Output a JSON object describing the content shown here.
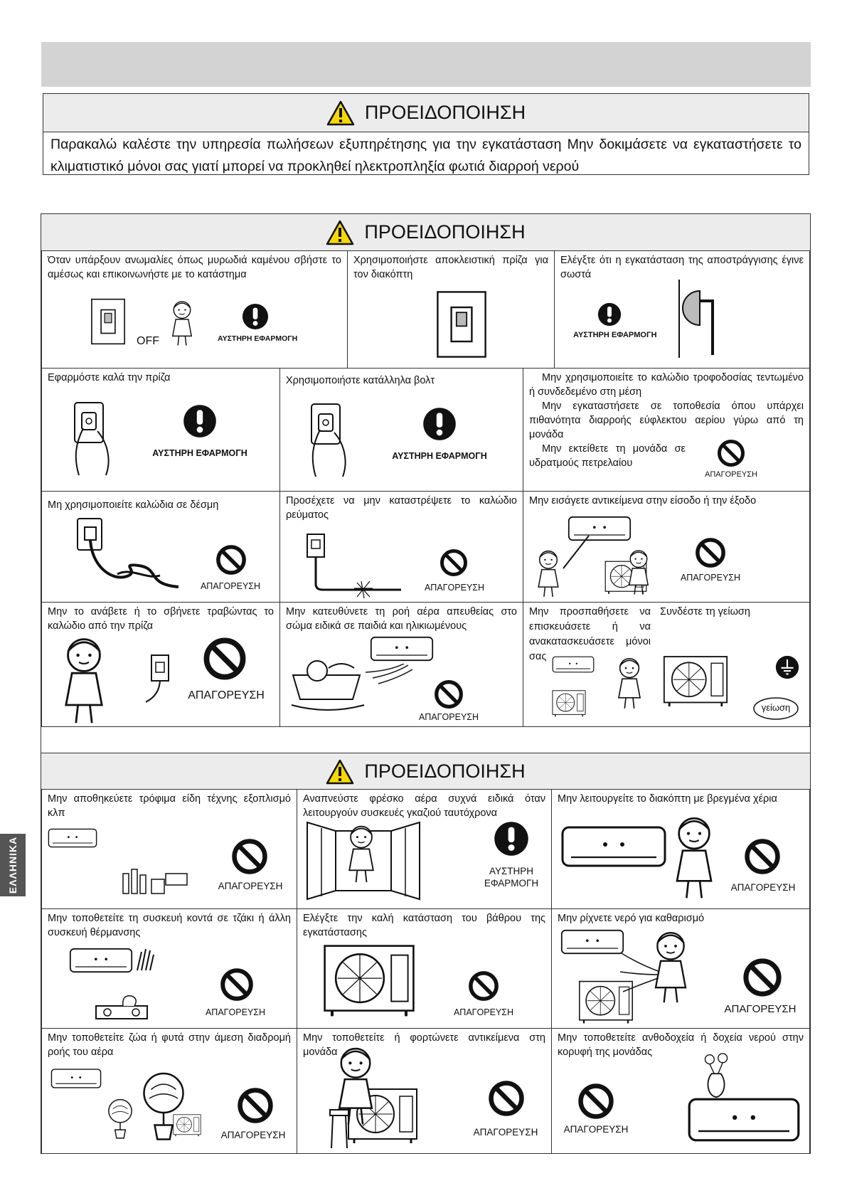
{
  "side_tab": "ΕΛΛΗΝΙΚΑ",
  "section1": {
    "title": "ΠΡΟΕΙΔΟΠΟΙΗΣΗ",
    "text": "Παρακαλώ καλέστε την υπηρεσία πωλήσεων εξυπηρέτησης για την εγκατάσταση Μην δοκιμάσετε να εγκαταστήσετε το κλιματιστικό μόνοι σας γιατί μπορεί να προκληθεί ηλεκτροπληξία φωτιά διαρροή νερού"
  },
  "section2": {
    "title": "ΠΡΟΕΙΔΟΠΟΙΗΣΗ",
    "cells": [
      {
        "text": "Όταν υπάρξουν ανωμαλίες όπως μυρωδιά καμένου σβήστε το αμέσως και επικοινωνήστε με το κατάστημα",
        "label": "ΑΥΣΤΗΡΗ ΕΦΑΡΜΟΓΗ",
        "extra": "OFF"
      },
      {
        "text": "Χρησιμοποιήστε αποκλειστική πρίζα για τον διακόπτη"
      },
      {
        "text": "Ελέγξτε ότι η εγκατάσταση της αποστράγγισης έγινε σωστά",
        "label": "ΑΥΣΤΗΡΗ ΕΦΑΡΜΟΓΗ"
      },
      {
        "text": "Εφαρμόστε καλά την πρίζα",
        "label": "ΑΥΣΤΗΡΗ ΕΦΑΡΜΟΓΗ"
      },
      {
        "text": "Χρησιμοποιήστε κατάλληλα βολτ",
        "label": "ΑΥΣΤΗΡΗ ΕΦΑΡΜΟΓΗ"
      },
      {
        "lines": [
          "Μην χρησιμοποιείτε το καλώδιο τροφοδοσίας τεντωμένο ή συνδεδεμένο στη μέση",
          "Μην εγκαταστήσετε σε τοποθεσία όπου υπάρχει πιθανότητα διαρροής εύφλεκτου αερίου γύρω από τη μονάδα",
          "Μην εκτείθετε τη μονάδα σε υδρατμούς πετρελαίου"
        ],
        "label": "ΑΠΑΓΟΡΕΥΣΗ"
      },
      {
        "text": "Μη χρησιμοποιείτε καλώδια σε δέσμη",
        "label": "ΑΠΑΓΟΡΕΥΣΗ"
      },
      {
        "text": "Προσέχετε να μην καταστρέψετε το καλώδιο ρεύματος",
        "label": "ΑΠΑΓΟΡΕΥΣΗ"
      },
      {
        "text": "Μην εισάγετε αντικείμενα στην είσοδο ή την έξοδο",
        "label": "ΑΠΑΓΟΡΕΥΣΗ"
      },
      {
        "text": "Μην το ανάβετε ή το σβήνετε τραβώντας το καλώδιο από την πρίζα",
        "label": "ΑΠΑΓΟΡΕΥΣΗ"
      },
      {
        "text": "Μην κατευθύνετε τη ροή αέρα απευθείας στο σώμα ειδικά σε παιδιά και ηλικιωμένους",
        "label": "ΑΠΑΓΟΡΕΥΣΗ"
      },
      {
        "text": "Μην προσπαθήσετε να επισκευάσετε ή να ανακατασκευάσετε μόνοι σας"
      },
      {
        "text": "Συνδέστε τη γείωση",
        "extra": "γείωση"
      }
    ]
  },
  "section3": {
    "title": "ΠΡΟΕΙΔΟΠΟΙΗΣΗ",
    "cells": [
      {
        "text": "Μην αποθηκεύετε τρόφιμα είδη τέχνης εξοπλισμό κλπ",
        "label": "ΑΠΑΓΟΡΕΥΣΗ"
      },
      {
        "text": "Αναπνεύστε φρέσκο αέρα συχνά ειδικά όταν λειτουργούν συσκευές γκαζιού ταυτόχρονα",
        "label": "ΑΥΣΤΗΡΗ ΕΦΑΡΜΟΓΗ"
      },
      {
        "text": "Μην λειτουργείτε το διακόπτη με βρεγμένα χέρια",
        "label": "ΑΠΑΓΟΡΕΥΣΗ"
      },
      {
        "text": "Μην τοποθετείτε τη συσκευή κοντά σε τζάκι ή άλλη συσκευή θέρμανσης",
        "label": "ΑΠΑΓΟΡΕΥΣΗ"
      },
      {
        "text": "Ελέγξτε την καλή κατάσταση του βάθρου της εγκατάστασης",
        "label": "ΑΠΑΓΟΡΕΥΣΗ"
      },
      {
        "text": "Μην ρίχνετε νερό για καθαρισμό",
        "label": "ΑΠΑΓΟΡΕΥΣΗ"
      },
      {
        "text": "Μην τοποθετείτε ζώα ή φυτά στην άμεση διαδρομή ροής του αέρα",
        "label": "ΑΠΑΓΟΡΕΥΣΗ"
      },
      {
        "text": "Μην τοποθετείτε ή φορτώνετε αντικείμενα στη μονάδα",
        "label": "ΑΠΑΓΟΡΕΥΣΗ"
      },
      {
        "text": "Μην τοποθετείτε ανθοδοχεία ή δοχεία νερού στην κορυφή της μονάδας",
        "label": "ΑΠΑΓΟΡΕΥΣΗ"
      }
    ]
  }
}
